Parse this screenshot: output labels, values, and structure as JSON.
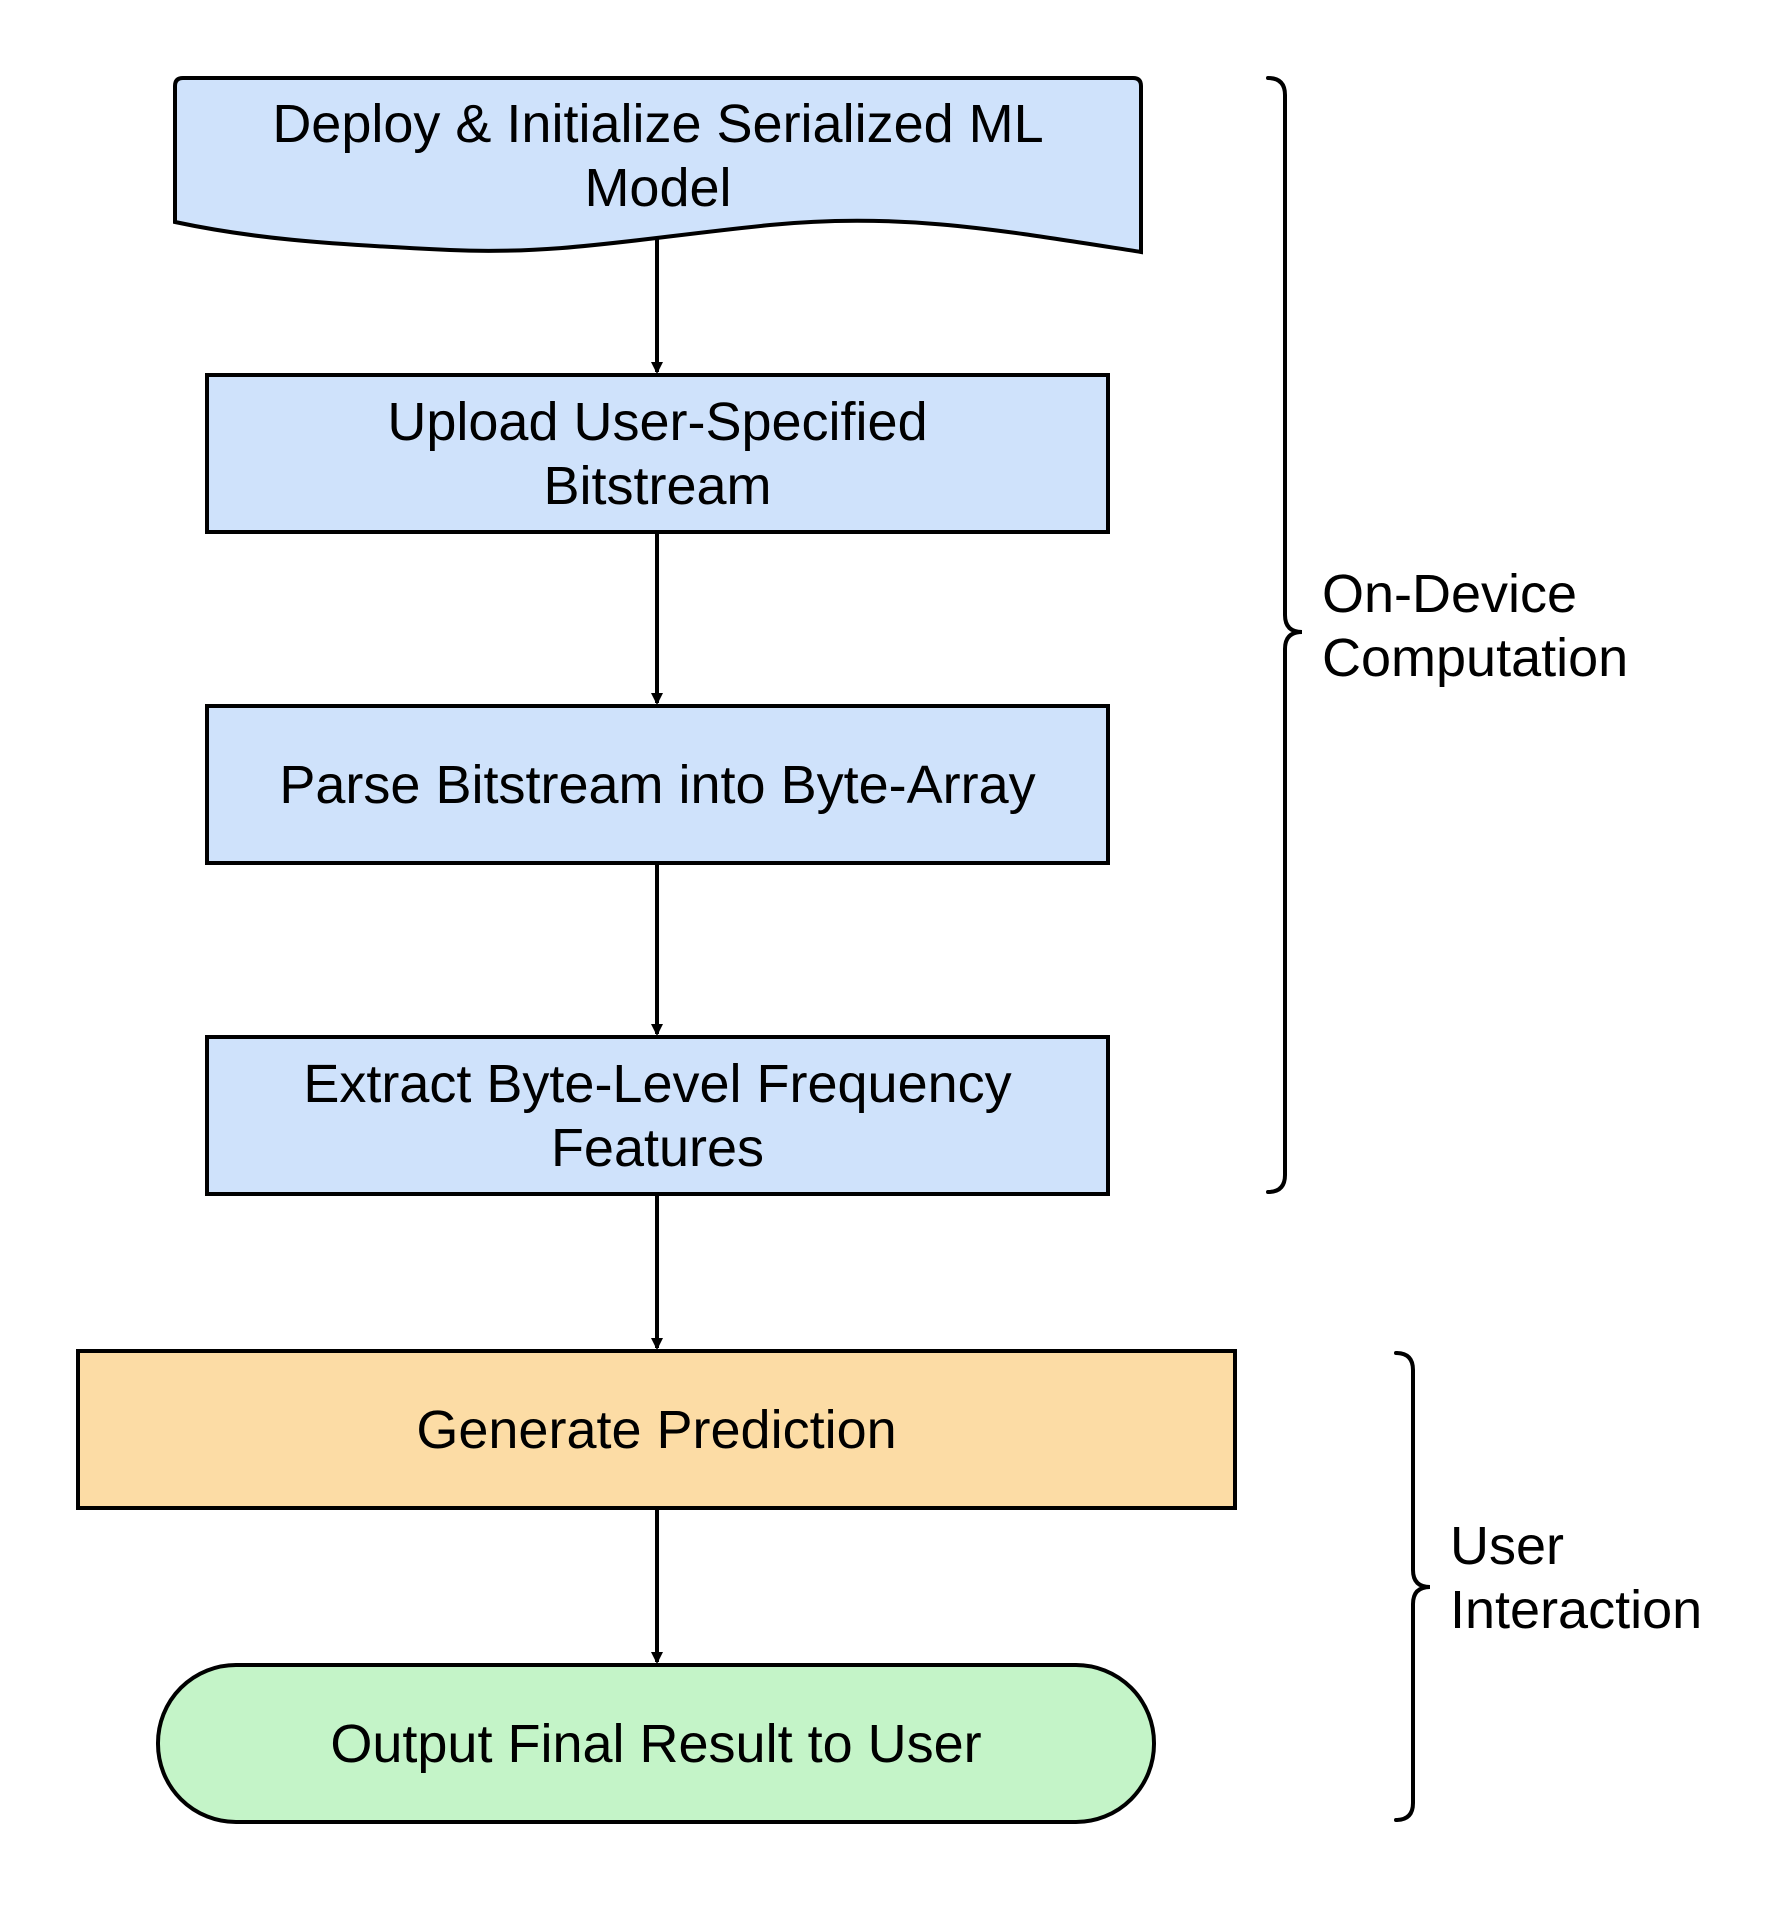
{
  "colors": {
    "blue_fill": "#cfe2fb",
    "orange_fill": "#fcdca5",
    "green_fill": "#c4f4c8",
    "stroke": "#000000",
    "background": "#ffffff"
  },
  "nodes": {
    "deploy": {
      "shape": "document",
      "lines": [
        "Deploy & Initialize Serialized ML",
        "Model"
      ]
    },
    "upload": {
      "shape": "rectangle",
      "lines": [
        "Upload User-Specified",
        "Bitstream"
      ]
    },
    "parse": {
      "shape": "rectangle",
      "lines": [
        "Parse Bitstream into Byte-Array"
      ]
    },
    "extract": {
      "shape": "rectangle",
      "lines": [
        "Extract Byte-Level Frequency",
        "Features"
      ]
    },
    "predict": {
      "shape": "rectangle",
      "lines": [
        "Generate Prediction"
      ]
    },
    "output": {
      "shape": "terminal",
      "lines": [
        "Output Final Result to User"
      ]
    }
  },
  "edges": [
    {
      "from": "deploy",
      "to": "upload"
    },
    {
      "from": "upload",
      "to": "parse"
    },
    {
      "from": "parse",
      "to": "extract"
    },
    {
      "from": "extract",
      "to": "predict"
    },
    {
      "from": "predict",
      "to": "output"
    }
  ],
  "groups": {
    "on_device": {
      "lines": [
        "On-Device",
        "Computation"
      ]
    },
    "user_interaction": {
      "lines": [
        "User",
        "Interaction"
      ]
    }
  }
}
